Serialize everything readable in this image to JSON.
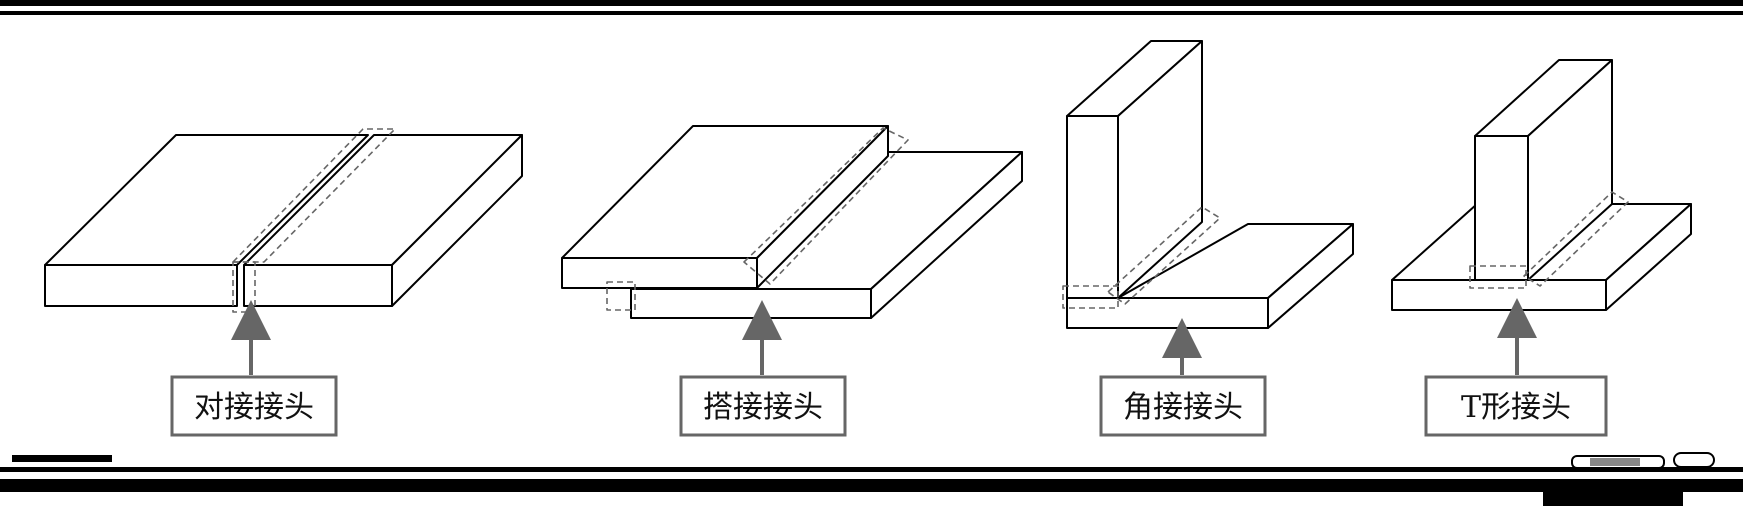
{
  "diagram": {
    "joints": [
      {
        "label": "对接接头"
      },
      {
        "label": "搭接接头"
      },
      {
        "label": "角接接头"
      },
      {
        "label": "T形接头"
      }
    ]
  },
  "colors": {
    "line": "#000000",
    "dashed": "#666666",
    "label_border": "#666666",
    "arrow": "#666666"
  }
}
